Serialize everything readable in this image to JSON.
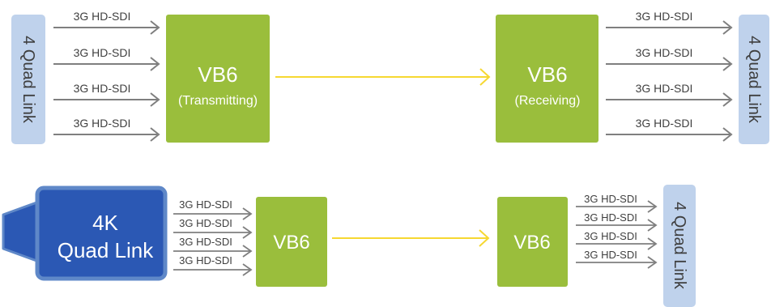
{
  "colors": {
    "green": "#9ABE3C",
    "blue_label": "#BFD2EC",
    "blue_box": "#2B58B4",
    "blue_border": "#5F88C8",
    "yellow_arrow": "#F6D832",
    "gray_arrow": "#7F7F7F"
  },
  "top_row": {
    "left_label": "4 Quad Link",
    "right_label": "4 Quad Link",
    "input_signals": [
      "3G HD-SDI",
      "3G HD-SDI",
      "3G HD-SDI",
      "3G HD-SDI"
    ],
    "output_signals": [
      "3G HD-SDI",
      "3G HD-SDI",
      "3G HD-SDI",
      "3G HD-SDI"
    ],
    "transmitter": {
      "name": "VB6",
      "mode": "(Transmitting)"
    },
    "receiver": {
      "name": "VB6",
      "mode": "(Receiving)"
    }
  },
  "bottom_row": {
    "camera": {
      "line1": "4K",
      "line2": "Quad Link",
      "icon": "camera-icon"
    },
    "input_signals": [
      "3G HD-SDI",
      "3G HD-SDI",
      "3G HD-SDI",
      "3G HD-SDI"
    ],
    "output_signals": [
      "3G HD-SDI",
      "3G HD-SDI",
      "3G HD-SDI",
      "3G HD-SDI"
    ],
    "transmitter": {
      "name": "VB6"
    },
    "receiver": {
      "name": "VB6"
    },
    "right_label": "4 Quad Link"
  }
}
